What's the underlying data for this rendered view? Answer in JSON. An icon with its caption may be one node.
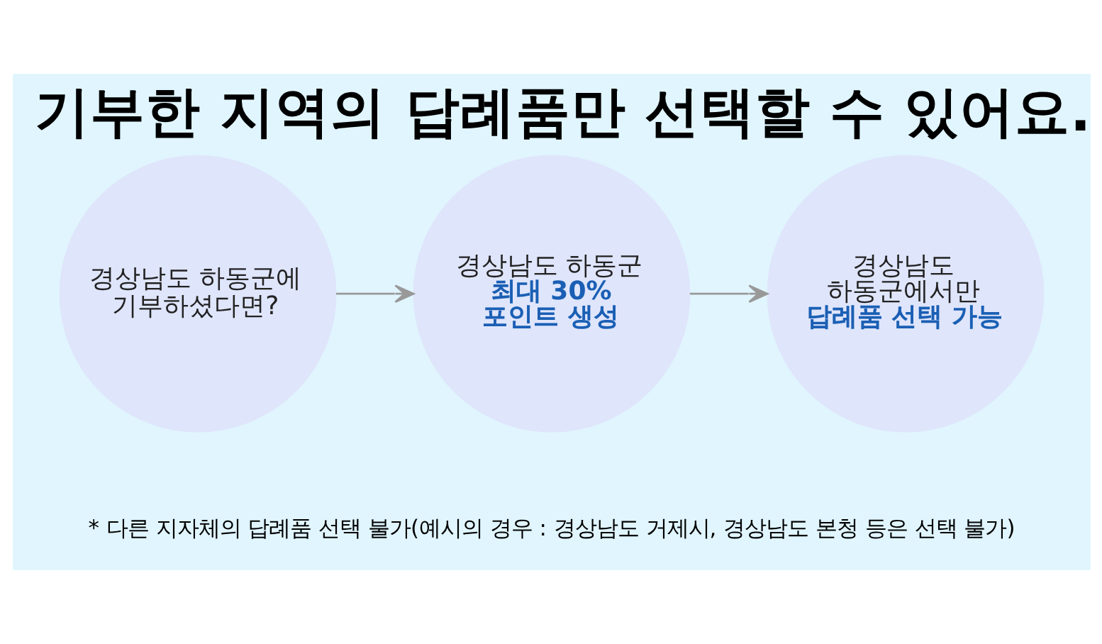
{
  "diagram": {
    "title": "기부한 지역의 답례품만 선택할 수 있어요.",
    "nodes": [
      {
        "text": [
          "경상남도 하동군에 기부하셨다면?"
        ]
      },
      {
        "text": [
          "경상남도 하동군",
          "최대 30% 포인트 생성"
        ]
      },
      {
        "text": [
          "경상남도 하동군에서만",
          "답례품 선택 가능"
        ]
      }
    ],
    "edges": [
      {
        "from": 0,
        "to": 1,
        "arrow": "to"
      },
      {
        "from": 1,
        "to": 2,
        "arrow": "to"
      }
    ],
    "labels": [
      "* 다른 지자체의 답례품 선택 불가(예시의 경우 : 경상남도 거제시, 경상남도 본청 등은 선택 불가)"
    ]
  }
}
